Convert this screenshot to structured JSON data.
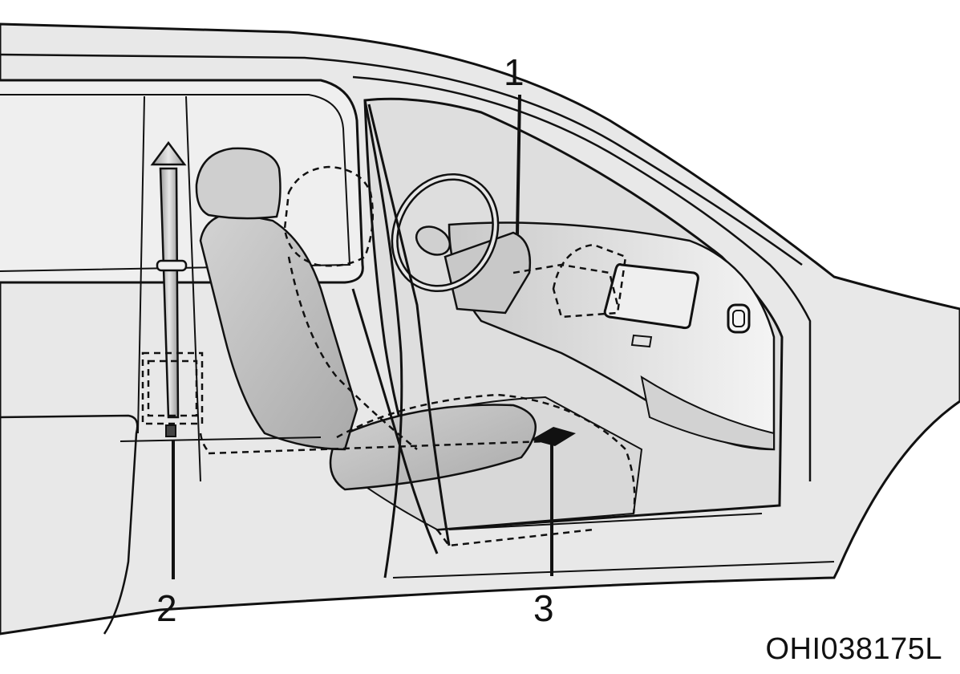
{
  "callouts": [
    {
      "id": "1",
      "label": "1"
    },
    {
      "id": "2",
      "label": "2"
    },
    {
      "id": "3",
      "label": "3"
    }
  ],
  "figure_code": "OHI038175L",
  "colors": {
    "body_fill": "#e9e9e9",
    "interior_fill": "#dcdcdc",
    "line": "#111111",
    "shade_dark": "#b9b9b9"
  }
}
